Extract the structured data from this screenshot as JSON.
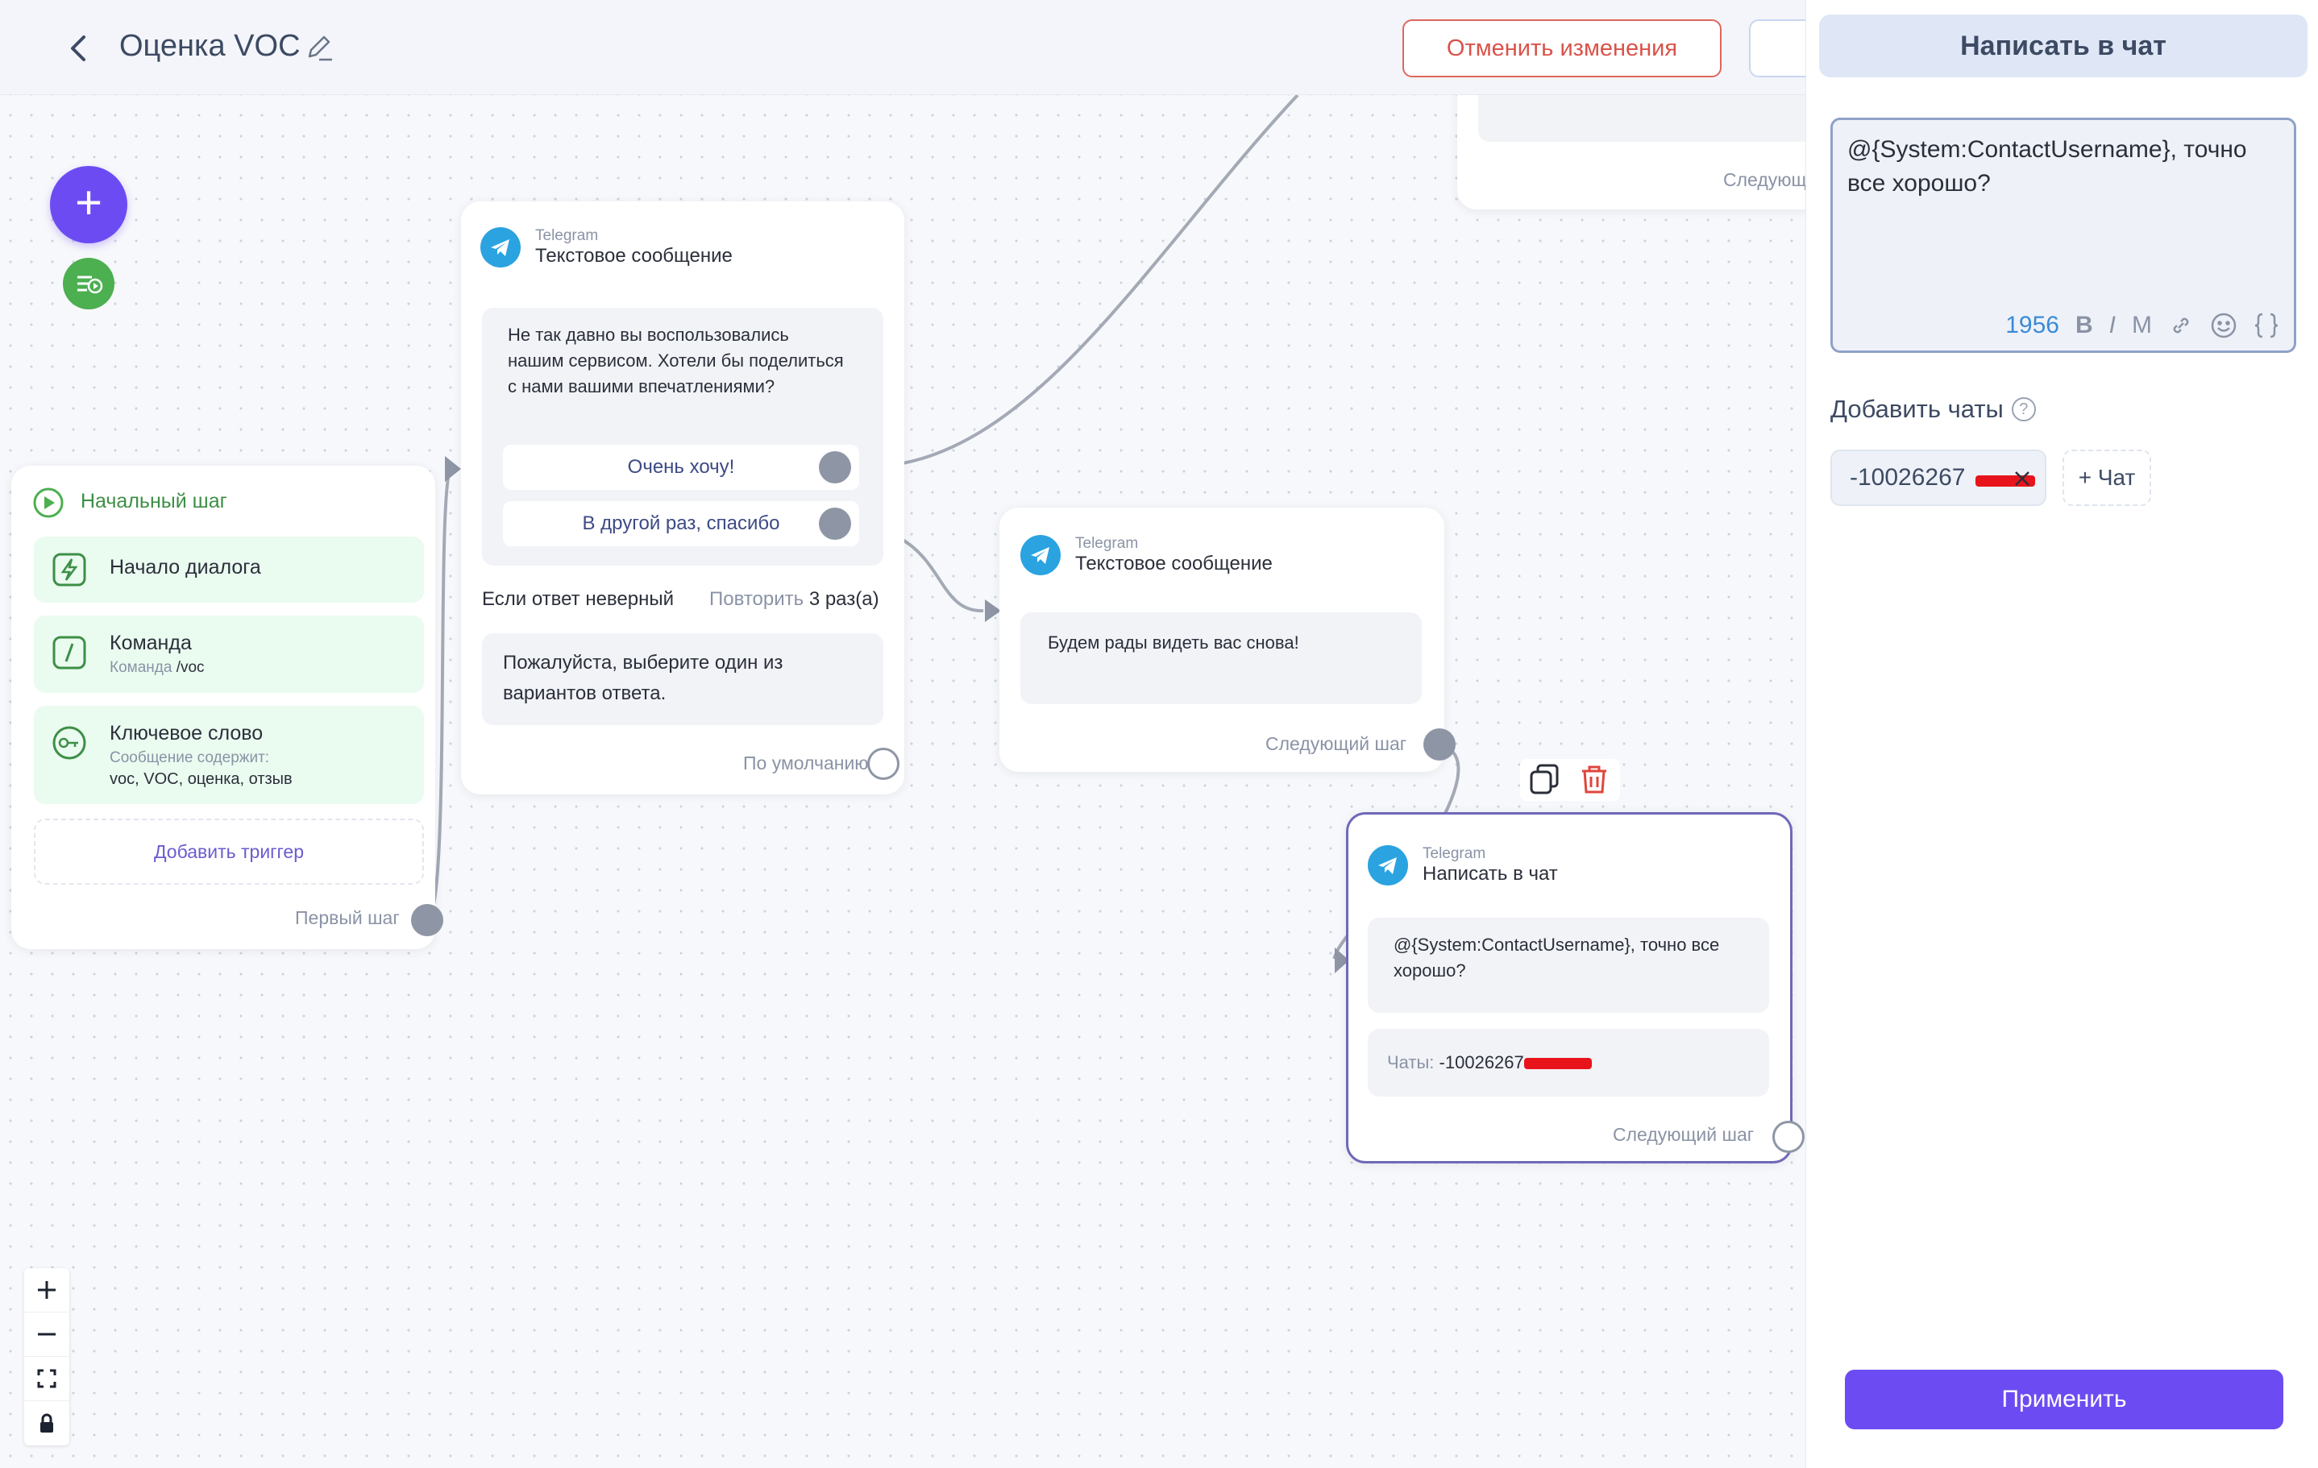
{
  "header": {
    "title": "Оценка VOC",
    "cancel_label": "Отменить изменения"
  },
  "start_node": {
    "title": "Начальный шаг",
    "triggers": [
      {
        "name": "Начало диалога"
      },
      {
        "name": "Команда",
        "sub": "Команда",
        "value": "/voc"
      },
      {
        "name": "Ключевое слово",
        "sub": "Сообщение содержит:",
        "value": "voc, VOC, оценка, отзыв"
      }
    ],
    "add_trigger": "Добавить триггер",
    "footer": "Первый шаг"
  },
  "node_question": {
    "channel": "Telegram",
    "type": "Текстовое сообщение",
    "text": "Не так давно вы воспользовались нашим сервисом. Хотели бы поделиться с нами вашими впечатлениями?",
    "answers": [
      "Очень хочу!",
      "В другой раз, спасибо"
    ],
    "wrong_label": "Если ответ неверный",
    "repeat_label": "Повторить",
    "repeat_value": "3 раз(а)",
    "fallback_text": "Пожалуйста, выберите один из вариантов ответа.",
    "footer": "По умолчанию"
  },
  "node_bye": {
    "channel": "Telegram",
    "type": "Текстовое сообщение",
    "text": "Будем рады видеть вас снова!",
    "footer": "Следующий шаг"
  },
  "node_top": {
    "footer": "Следующ"
  },
  "node_chat": {
    "channel": "Telegram",
    "type": "Написать в чат",
    "text": "@{System:ContactUsername}, точно все хорошо?",
    "chats_label": "Чаты:",
    "chats_value": "-10026267",
    "footer": "Следующий шаг"
  },
  "panel": {
    "title": "Написать в чат",
    "message": "@{System:ContactUsername}, точно все хорошо?",
    "char_count": "1956",
    "toolbar": [
      "B",
      "I",
      "M"
    ],
    "add_chats_label": "Добавить чаты",
    "chat_chip": "-10026267",
    "add_chat": "+ Чат",
    "apply_label": "Применить"
  },
  "colors": {
    "accent": "#6c4cf2",
    "danger": "#d9534a",
    "telegram": "#2aa3e0",
    "trigger_bg": "#eafbf0",
    "start_green": "#4caf50"
  }
}
